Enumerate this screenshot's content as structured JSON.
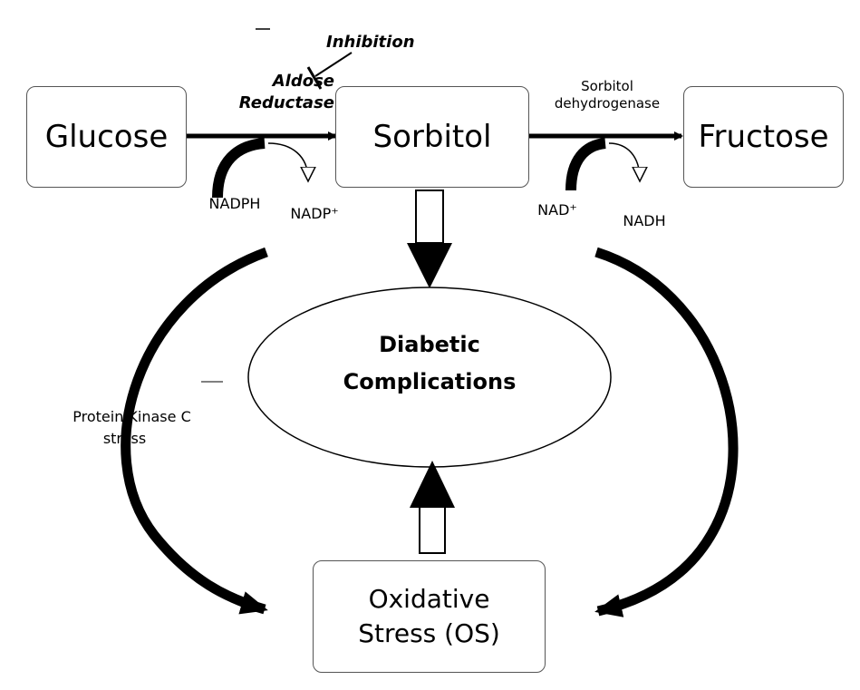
{
  "nodes": {
    "glucose": "Glucose",
    "sorbitol": "Sorbitol",
    "fructose": "Fructose",
    "oxidative_stress_line1": "Oxidative",
    "oxidative_stress_line2": "Stress (OS)",
    "diabetic_line1": "Diabetic",
    "diabetic_line2": "Complications"
  },
  "labels": {
    "inhibition": "Inhibition",
    "aldose": "Aldose",
    "reductase": "Reductase",
    "nadph": "NADPH",
    "nadp": "NADP⁺",
    "sorbitol_dh_line1": "Sorbitol",
    "sorbitol_dh_line2": "dehydrogenase",
    "nad": "NAD⁺",
    "nadh": "NADH",
    "pkc_line1": "Protein Kinase C",
    "pkc_line2": "stress"
  }
}
